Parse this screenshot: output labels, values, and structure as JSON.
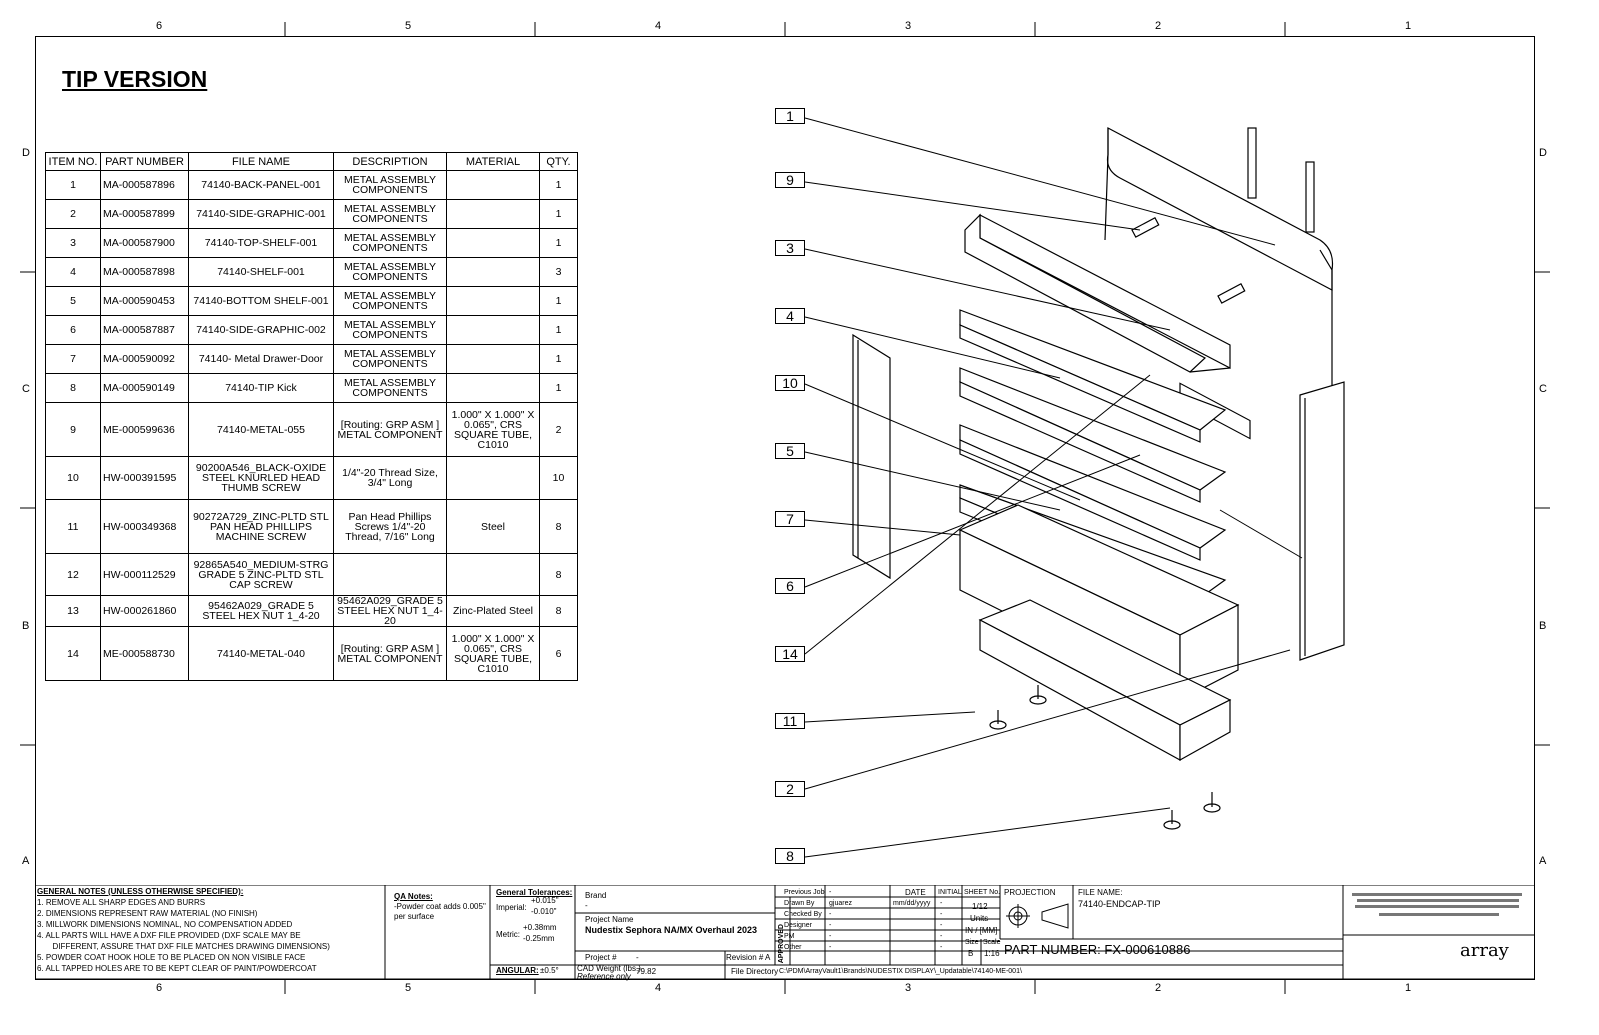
{
  "zones": {
    "top": [
      "6",
      "5",
      "4",
      "3",
      "2",
      "1"
    ],
    "bottom": [
      "6",
      "5",
      "4",
      "3",
      "2",
      "1"
    ],
    "left": [
      "D",
      "C",
      "B",
      "A"
    ],
    "right": [
      "D",
      "C",
      "B",
      "A"
    ]
  },
  "title": "TIP VERSION",
  "bom": {
    "headers": [
      "ITEM NO.",
      "PART NUMBER",
      "FILE NAME",
      "DESCRIPTION",
      "MATERIAL",
      "QTY."
    ],
    "rows": [
      {
        "item": "1",
        "pn": "MA-000587896",
        "file": "74140-BACK-PANEL-001",
        "desc": "METAL ASSEMBLY COMPONENTS",
        "mat": "",
        "qty": "1"
      },
      {
        "item": "2",
        "pn": "MA-000587899",
        "file": "74140-SIDE-GRAPHIC-001",
        "desc": "METAL ASSEMBLY COMPONENTS",
        "mat": "",
        "qty": "1"
      },
      {
        "item": "3",
        "pn": "MA-000587900",
        "file": "74140-TOP-SHELF-001",
        "desc": "METAL ASSEMBLY COMPONENTS",
        "mat": "",
        "qty": "1"
      },
      {
        "item": "4",
        "pn": "MA-000587898",
        "file": "74140-SHELF-001",
        "desc": "METAL ASSEMBLY COMPONENTS",
        "mat": "",
        "qty": "3"
      },
      {
        "item": "5",
        "pn": "MA-000590453",
        "file": "74140-BOTTOM SHELF-001",
        "desc": "METAL ASSEMBLY COMPONENTS",
        "mat": "",
        "qty": "1"
      },
      {
        "item": "6",
        "pn": "MA-000587887",
        "file": "74140-SIDE-GRAPHIC-002",
        "desc": "METAL ASSEMBLY COMPONENTS",
        "mat": "",
        "qty": "1"
      },
      {
        "item": "7",
        "pn": "MA-000590092",
        "file": "74140- Metal Drawer-Door",
        "desc": "METAL ASSEMBLY COMPONENTS",
        "mat": "",
        "qty": "1"
      },
      {
        "item": "8",
        "pn": "MA-000590149",
        "file": "74140-TIP Kick",
        "desc": "METAL ASSEMBLY COMPONENTS",
        "mat": "",
        "qty": "1"
      },
      {
        "item": "9",
        "pn": "ME-000599636",
        "file": "74140-METAL-055",
        "desc": "[Routing: GRP ASM ] METAL COMPONENT",
        "mat": "1.000\" X 1.000\" X 0.065\", CRS SQUARE TUBE, C1010",
        "qty": "2"
      },
      {
        "item": "10",
        "pn": "HW-000391595",
        "file": "90200A546_BLACK-OXIDE STEEL KNURLED HEAD THUMB SCREW",
        "desc": "1/4\"-20 Thread Size, 3/4\" Long",
        "mat": "",
        "qty": "10"
      },
      {
        "item": "11",
        "pn": "HW-000349368",
        "file": "90272A729_ZINC-PLTD STL PAN HEAD PHILLIPS MACHINE SCREW",
        "desc": "Pan Head Phillips Screws 1/4\"-20 Thread, 7/16\" Long",
        "mat": "Steel",
        "qty": "8"
      },
      {
        "item": "12",
        "pn": "HW-000112529",
        "file": "92865A540_MEDIUM-STRG GRADE 5 ZINC-PLTD STL CAP SCREW",
        "desc": "",
        "mat": "",
        "qty": "8"
      },
      {
        "item": "13",
        "pn": "HW-000261860",
        "file": "95462A029_GRADE 5 STEEL HEX NUT 1_4-20",
        "desc": "95462A029_GRADE 5 STEEL HEX NUT 1_4-20",
        "mat": "Zinc-Plated Steel",
        "qty": "8"
      },
      {
        "item": "14",
        "pn": "ME-000588730",
        "file": "74140-METAL-040",
        "desc": "[Routing: GRP ASM ] METAL COMPONENT",
        "mat": "1.000\" X 1.000\" X 0.065\", CRS SQUARE TUBE, C1010",
        "qty": "6"
      }
    ]
  },
  "callouts": [
    "1",
    "9",
    "3",
    "4",
    "10",
    "5",
    "7",
    "6",
    "14",
    "11",
    "2",
    "8"
  ],
  "general_notes": {
    "heading": "GENERAL NOTES (UNLESS OTHERWISE SPECIFIED):",
    "items": [
      "1.    REMOVE ALL SHARP EDGES AND BURRS",
      "2.    DIMENSIONS REPRESENT RAW MATERIAL (NO FINISH)",
      "3.    MILLWORK DIMENSIONS NOMINAL, NO COMPENSATION ADDED",
      "4.    ALL PARTS WILL HAVE A DXF FILE PROVIDED (DXF SCALE MAY BE",
      "       DIFFERENT, ASSURE THAT DXF FILE MATCHES DRAWING DIMENSIONS)",
      "5.    POWDER COAT HOOK HOLE TO BE PLACED ON NON VISIBLE FACE",
      "6.    ALL TAPPED HOLES ARE TO BE KEPT CLEAR OF PAINT/POWDERCOAT"
    ]
  },
  "qa": {
    "heading": "QA Notes:",
    "line1": "-Powder coat adds 0.005\"",
    "line2": "per surface"
  },
  "tolerances": {
    "heading": "General Tolerances:",
    "imperial_label": "Imperial:",
    "imperial_plus": "+0.015\"",
    "imperial_minus": "-0.010\"",
    "metric_label": "Metric:",
    "metric_plus": "+0.38mm",
    "metric_minus": "-0.25mm",
    "angular_label": "ANGULAR:",
    "angular_value": "±0.5°"
  },
  "project": {
    "brand_label": "Brand",
    "brand_value": "-",
    "name_label": "Project Name",
    "name_value": "Nudestix Sephora NA/MX Overhaul 2023",
    "num_label": "Project #",
    "num_value": "-",
    "rev_label": "Revision #",
    "rev_value": "A",
    "cad_label": "CAD Weight (lbs.)",
    "cad_sub": "Reference only",
    "cad_value": "79.82",
    "dir_label": "File Directory",
    "dir_value": "C:\\PDM\\ArrayVault1\\Brands\\NUDESTIX DISPLAY\\_Updatable\\74140-ME-001\\"
  },
  "approvals": {
    "vertical_label": "APPROVED",
    "date_header": "DATE",
    "initial_header": "INITIAL",
    "rows": [
      {
        "label": "Previous Job",
        "name": "-",
        "date": "",
        "init": ""
      },
      {
        "label": "Drawn By",
        "name": "gjuarez",
        "date": "mm/dd/yyyy",
        "init": "-"
      },
      {
        "label": "Checked By",
        "name": "-",
        "date": "",
        "init": "-"
      },
      {
        "label": "Designer",
        "name": "-",
        "date": "",
        "init": "-"
      },
      {
        "label": "PM",
        "name": "-",
        "date": "",
        "init": "-"
      },
      {
        "label": "Other",
        "name": "-",
        "date": "",
        "init": "-"
      }
    ]
  },
  "sheet": {
    "label": "SHEET No.",
    "value": "1/12",
    "units_label": "Units",
    "units_value": "IN / [MM]",
    "size_label": "Size",
    "size_value": "B",
    "scale_label": "Scale",
    "scale_value": "1:16"
  },
  "projection_label": "PROJECTION",
  "file_name_label": "FILE NAME:",
  "file_name_value": "74140-ENDCAP-TIP",
  "part_number": "PART NUMBER: FX-000610886",
  "company_logo": "array"
}
